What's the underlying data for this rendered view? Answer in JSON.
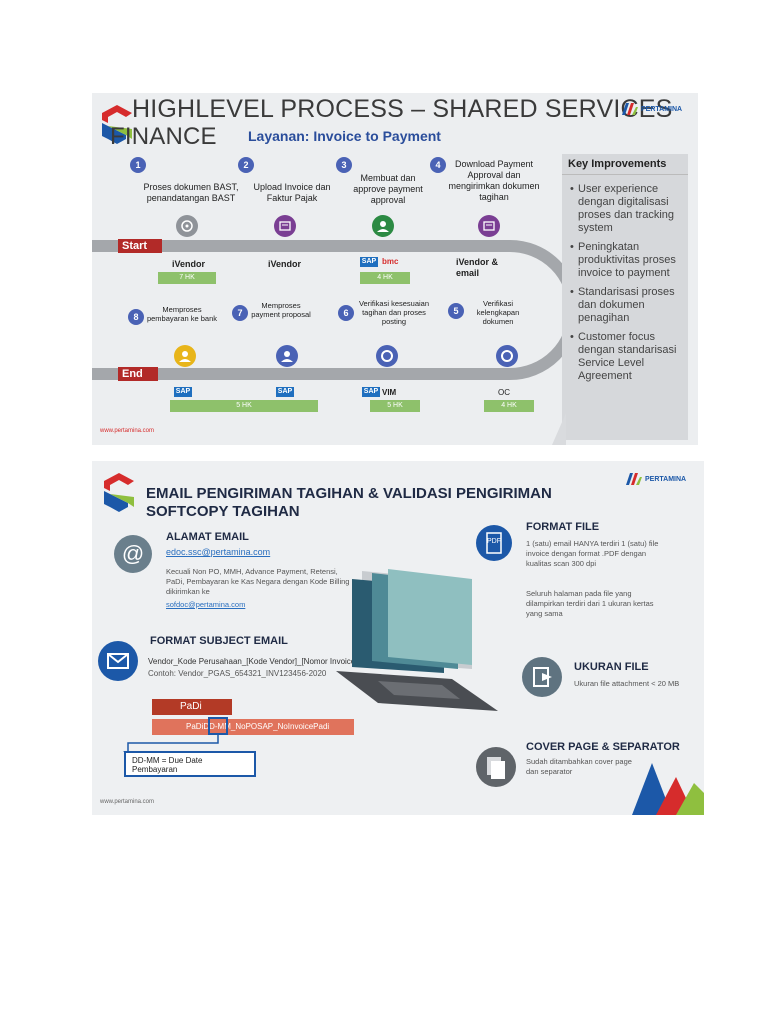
{
  "slide1": {
    "title_line1": "HIGHLEVEL PROCESS – SHARED SERVICES",
    "title_line2": "FINANCE",
    "subtitle": "Layanan: Invoice to Payment",
    "logo_text": "PERTAMINA",
    "start_label": "Start",
    "end_label": "End",
    "footer_url": "www.pertamina.com",
    "top_steps": [
      {
        "num": "1",
        "text": "Proses dokumen BAST, penandatangan BAST"
      },
      {
        "num": "2",
        "text": "Upload Invoice dan Faktur Pajak"
      },
      {
        "num": "3",
        "text": "Membuat dan approve payment approval"
      },
      {
        "num": "4",
        "text": "Download Payment Approval dan mengirimkan dokumen tagihan"
      }
    ],
    "bottom_steps": [
      {
        "num": "8",
        "text": "Memproses pembayaran ke bank"
      },
      {
        "num": "7",
        "text": "Memproses payment proposal"
      },
      {
        "num": "6",
        "text": "Verifikasi kesesuaian tagihan dan proses posting"
      },
      {
        "num": "5",
        "text": "Verifikasi kelengkapan dokumen"
      }
    ],
    "system_labels": {
      "ivendor1": "iVendor",
      "ivendor2": "iVendor",
      "bmc": "bmc",
      "ivendor_email": "iVendor & email",
      "sap": "SAP",
      "vim": "VIM",
      "oc": "OC"
    },
    "durations": {
      "d1": "7 HK",
      "d3": "4 HK",
      "d_end": "5 HK",
      "d6": "5 HK",
      "d5": "4 HK"
    },
    "key_improvements": {
      "title": "Key Improvements",
      "items": [
        "User experience dengan digitalisasi proses dan tracking system",
        "Peningkatan produktivitas proses invoice to payment",
        "Standarisasi proses dan dokumen penagihan",
        "Customer focus dengan standarisasi Service Level Agreement"
      ]
    }
  },
  "slide2": {
    "title_line1": "EMAIL PENGIRIMAN TAGIHAN & VALIDASI PENGIRIMAN",
    "title_line2": "SOFTCOPY TAGIHAN",
    "logo_text": "PERTAMINA",
    "footer_url": "www.pertamina.com",
    "alamat": {
      "head": "ALAMAT EMAIL",
      "email": "edoc.ssc@pertamina.com",
      "note": "Kecuali Non PO, MMH, Advance Payment, Retensi, PaDi, Pembayaran ke Kas Negara dengan Kode Billing dikirimkan ke",
      "email2": "sofdoc@pertamina.com"
    },
    "subject": {
      "head": "FORMAT SUBJECT EMAIL",
      "format": "Vendor_Kode Perusahaan_[Kode Vendor]_[Nomor Invoice]",
      "example": "Contoh: Vendor_PGAS_654321_INV123456-2020"
    },
    "padi": {
      "label": "PaDi",
      "format": "PaDiDD-MM_NoPOSAP_NoInvoicePadi",
      "note": "DD-MM = Due Date Pembayaran"
    },
    "format_file": {
      "head": "FORMAT FILE",
      "pdf_label": "PDF",
      "items": [
        "1 (satu) email HANYA terdiri 1 (satu) file invoice dengan format .PDF dengan kualitas scan 300 dpi",
        "Seluruh halaman pada file yang dilampirkan terdiri dari 1 ukuran kertas yang sama"
      ]
    },
    "ukuran": {
      "head": "UKURAN FILE",
      "text": "Ukuran file attachment < 20 MB"
    },
    "cover": {
      "head": "COVER PAGE & SEPARATOR",
      "text": "Sudah ditambahkan cover page dan separator"
    }
  },
  "colors": {
    "pertamina_red": "#d62c2c",
    "pertamina_blue": "#1c58a8",
    "pertamina_green": "#8fbf3f",
    "step_blue": "#4a62b5",
    "track_gray": "#9fa2a6",
    "start_red": "#b22a28",
    "green_box": "#8ec16b"
  }
}
